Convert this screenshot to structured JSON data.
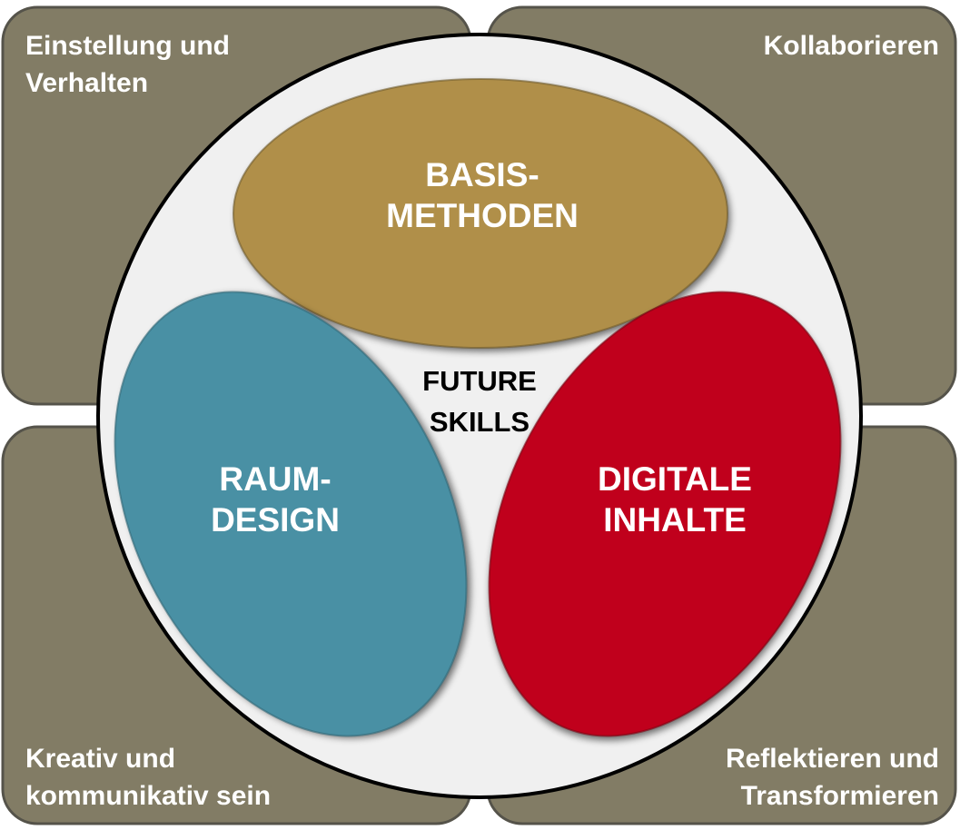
{
  "colors": {
    "quadrant": "#827C65",
    "quadrant_border": "#55534a",
    "circle": "#F0F0F0",
    "circle_border": "#000000",
    "basis": "#B08F48",
    "raum": "#4A90A4",
    "digital": "#C0001A",
    "label_light": "#FFFFFF",
    "label_dark": "#000000"
  },
  "quadrants": {
    "top_left": {
      "line1": "Einstellung und",
      "line2": "Verhalten"
    },
    "top_right": {
      "line1": "Kollaborieren"
    },
    "bottom_left": {
      "line1": "Kreativ und",
      "line2": "kommunikativ sein"
    },
    "bottom_right": {
      "line1": "Reflektieren und",
      "line2": "Transformieren"
    }
  },
  "ovals": {
    "basis": {
      "line1": "BASIS-",
      "line2": "METHODEN"
    },
    "raum": {
      "line1": "RAUM-",
      "line2": "DESIGN"
    },
    "digital": {
      "line1": "DIGITALE",
      "line2": "INHALTE"
    }
  },
  "center": {
    "line1": "FUTURE",
    "line2": "SKILLS"
  }
}
